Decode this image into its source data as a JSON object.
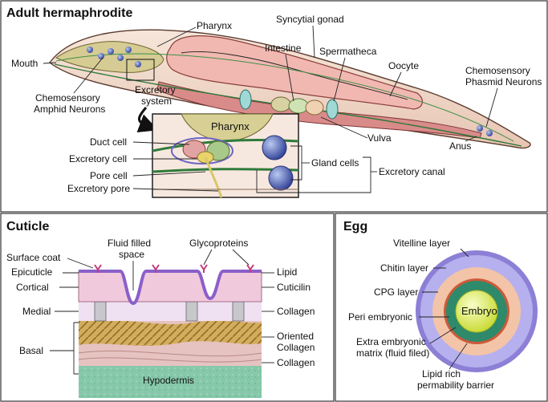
{
  "panels": {
    "adult": {
      "title": "Adult hermaphrodite",
      "labels": {
        "mouth": "Mouth",
        "pharynx": "Pharynx",
        "syncytial_gonad": "Syncytial gonad",
        "intestine": "Intestine",
        "spermatheca": "Spermatheca",
        "oocyte": "Oocyte",
        "chemo_phasmid_1": "Chemosensory",
        "chemo_phasmid_2": "Phasmid Neurons",
        "chemo_amphid_1": "Chemosensory",
        "chemo_amphid_2": "Amphid Neurons",
        "excretory_1": "Excretory",
        "excretory_2": "system",
        "vulva": "Vulva",
        "anus": "Anus"
      },
      "inset": {
        "pharynx": "Pharynx",
        "duct_cell": "Duct cell",
        "excretory_cell": "Excretory cell",
        "pore_cell": "Pore cell",
        "excretory_pore": "Excretory pore",
        "gland_cells": "Gland cells",
        "excretory_canal": "Excretory canal"
      }
    },
    "cuticle": {
      "title": "Cuticle",
      "labels": {
        "fluid_1": "Fluid filled",
        "fluid_2": "space",
        "glycoproteins": "Glycoproteins",
        "surface_coat": "Surface coat",
        "epicuticle": "Epicuticle",
        "cortical": "Cortical",
        "medial": "Medial",
        "basal": "Basal",
        "lipid": "Lipid",
        "cuticilin": "Cuticilin",
        "collagen": "Collagen",
        "oriented_1": "Oriented",
        "oriented_2": "Collagen",
        "collagen_2": "Collagen",
        "hypodermis": "Hypodermis"
      }
    },
    "egg": {
      "title": "Egg",
      "labels": {
        "vitelline": "Vitelline layer",
        "chitin": "Chitin layer",
        "cpg": "CPG layer",
        "peri": "Peri embryonic",
        "extra_1": "Extra embryonic",
        "extra_2": "matrix (fluid filed)",
        "lipid_1": "Lipid rich",
        "lipid_2": "permability barrier",
        "embryo": "Embryo"
      }
    }
  },
  "colors": {
    "body_fill": "#f2dccf",
    "gonad_fill": "#f0b9b2",
    "intestine_fill": "#d98b8a",
    "pharynx_fill": "#c9c08a",
    "neuron_fill": "#5b7fbf",
    "nerve_green": "#2f7a3a",
    "cuticle_pink": "#eec5d6",
    "collagen_gold": "#c9a24e",
    "hypodermis_green": "#7fc6a6",
    "egg_outer": "#8c7fd6",
    "egg_chitin": "#b9b3ec",
    "egg_cpg": "#f3c3a8",
    "egg_peri": "#2e8a6a",
    "embryo_yellow": "#e6ef6a"
  }
}
